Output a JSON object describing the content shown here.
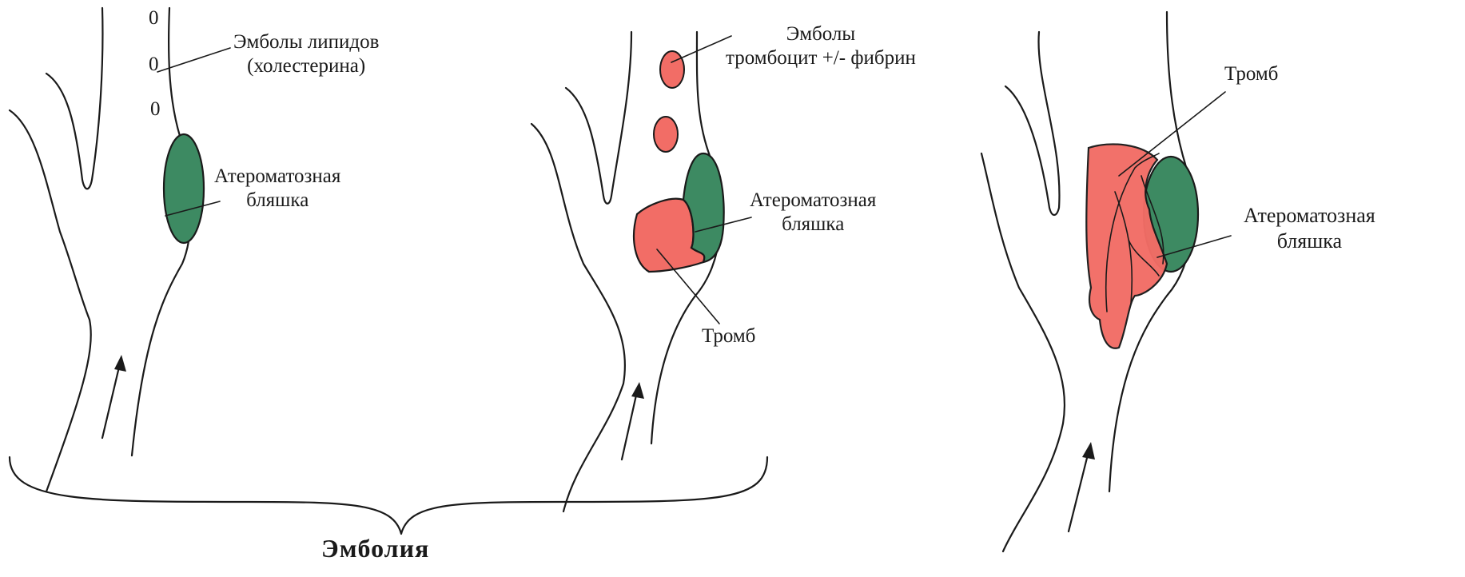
{
  "colors": {
    "plaque": "#3d8a62",
    "thrombus": "#f26d66",
    "outline": "#1a1a1a",
    "background": "#ffffff"
  },
  "lipid_emboli_marks": [
    "0",
    "0",
    "0"
  ],
  "labels": {
    "panel1": {
      "emboli_line1": "Эмболы липидов",
      "emboli_line2": "(холестерина)",
      "plaque_line1": "Атероматозная",
      "plaque_line2": "бляшка"
    },
    "panel2": {
      "emboli_line1": "Эмболы",
      "emboli_line2": "тромбоцит +/- фибрин",
      "plaque_line1": "Атероматозная",
      "plaque_line2": "бляшка",
      "thrombus": "Тромб"
    },
    "panel3": {
      "thrombus": "Тромб",
      "plaque_line1": "Атероматозная",
      "plaque_line2": "бляшка"
    }
  },
  "caption": "Эмболия"
}
